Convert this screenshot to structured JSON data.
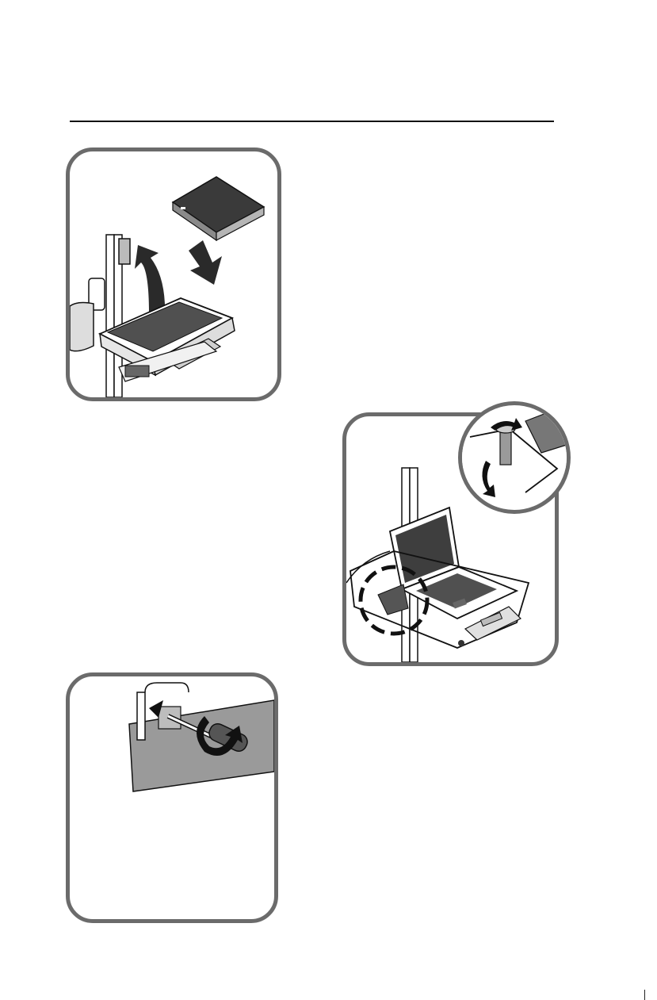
{
  "page": {
    "figures": [
      {
        "id": "figure-1",
        "icons": [
          "laptop-icon",
          "insert-arrow-icon",
          "lift-arrow-icon",
          "cart-tray-icon"
        ]
      },
      {
        "id": "figure-2",
        "icons": [
          "laptop-open-icon",
          "highlight-circle-icon",
          "magnified-inset-icon",
          "rotate-arrow-icon"
        ]
      },
      {
        "id": "figure-3",
        "icons": [
          "screwdriver-icon",
          "rotate-arrow-icon",
          "mount-bracket-icon"
        ]
      }
    ],
    "colors": {
      "frame": "#6b6b6b",
      "line": "#111111",
      "fill_dark": "#3a3a3a",
      "fill_mid": "#9a9a9a",
      "fill_light": "#d4d4d4"
    }
  }
}
